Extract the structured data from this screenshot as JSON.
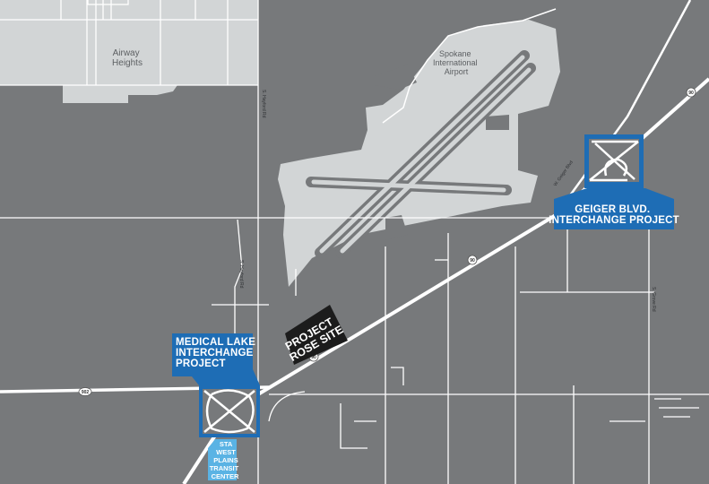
{
  "places": {
    "airway_heights": [
      "Airway",
      "Heights"
    ],
    "airport": [
      "Spokane",
      "International",
      "Airport"
    ]
  },
  "roads": {
    "hayford_north": "S. Hayford Rd",
    "hayford_south": "S. Hayford Rd",
    "geiger": "W. Geiger Blvd",
    "grove": "S. Grove Rd"
  },
  "shields": {
    "i90_east": "90",
    "i90_mid": "90",
    "i90_west": "90",
    "sr902": "902"
  },
  "callouts": {
    "medical_lake": [
      "MEDICAL LAKE",
      "INTERCHANGE",
      "PROJECT"
    ],
    "geiger": [
      "GEIGER BLVD.",
      "INTERCHANGE PROJECT"
    ],
    "sta": [
      "STA",
      "WEST",
      "PLAINS",
      "TRANSIT",
      "CENTER"
    ],
    "project_rose": [
      "PROJECT",
      "ROSE SITE"
    ]
  },
  "colors": {
    "background": "#77797b",
    "developed": "#d2d5d6",
    "road": "#ffffff",
    "project_blue": "#1e6db5",
    "transit_blue": "#5ab3e4",
    "site": "#1c1c1c"
  }
}
